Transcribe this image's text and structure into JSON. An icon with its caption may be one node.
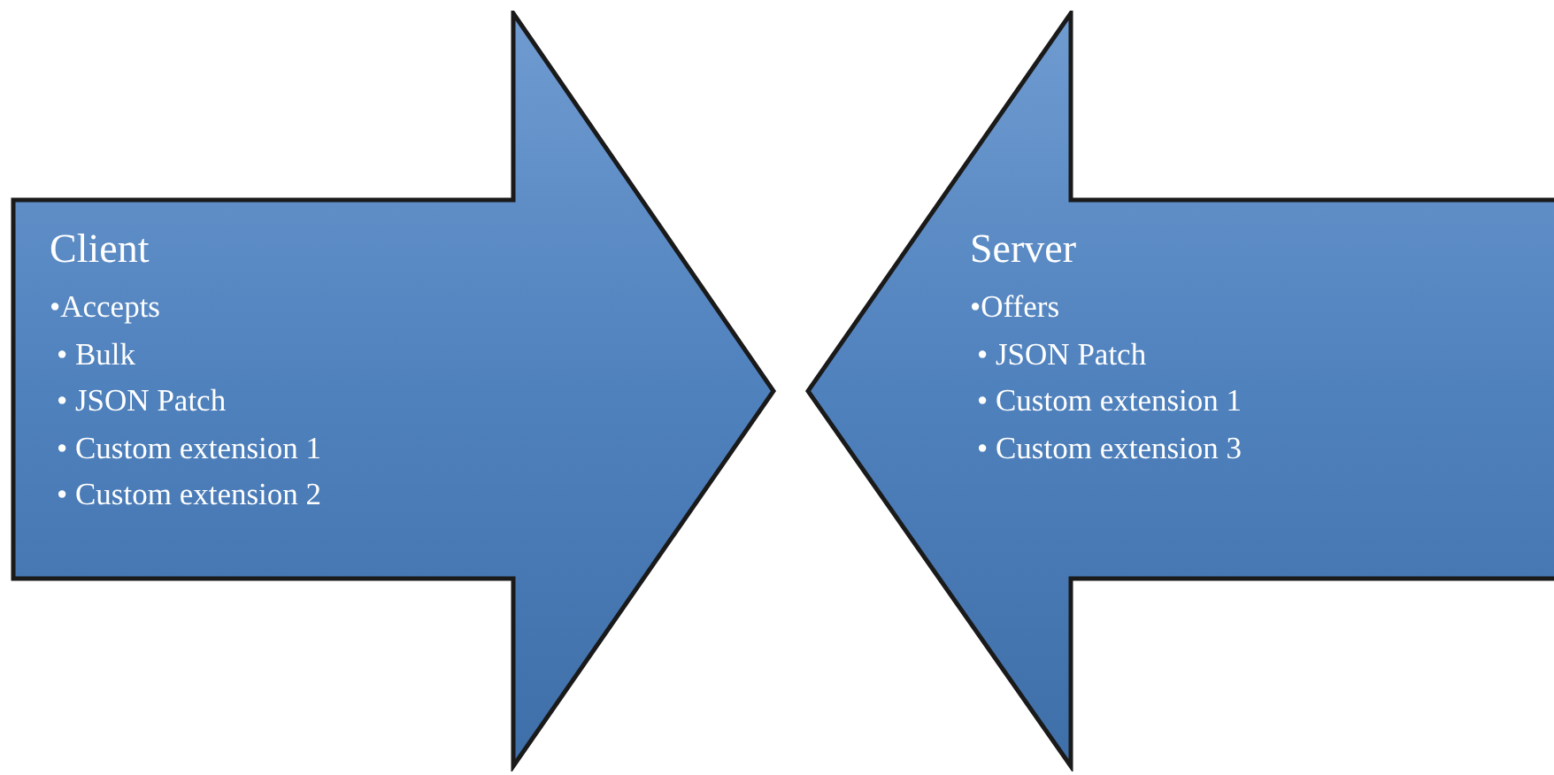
{
  "diagram": {
    "nodes": [
      {
        "text": [
          "Client",
          "•Accepts",
          "• Bulk",
          "• JSON Patch",
          "• Custom extension 1",
          "• Custom extension 2"
        ]
      },
      {
        "text": [
          "Server",
          "•Offers",
          "• JSON Patch",
          "• Custom extension 1",
          "• Custom extension 3"
        ]
      }
    ]
  }
}
